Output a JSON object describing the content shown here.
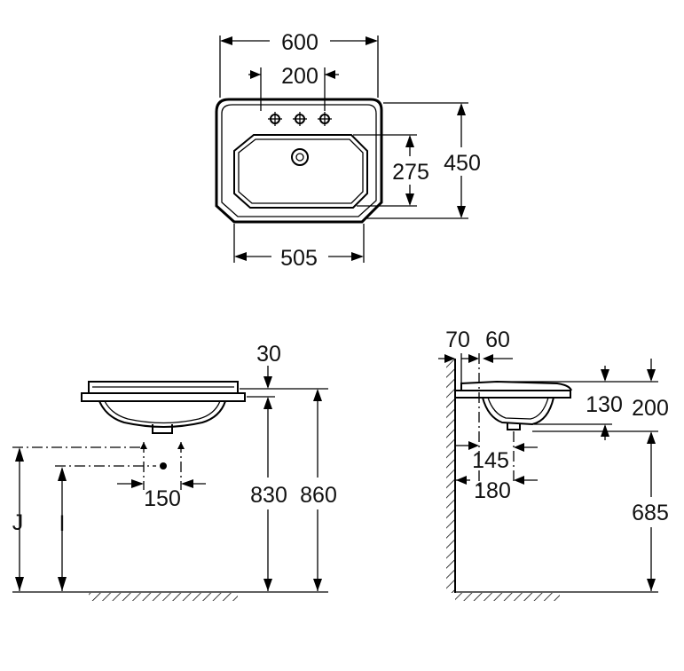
{
  "plan_view": {
    "overall_width": "600",
    "tap_spacing": "200",
    "overall_depth": "450",
    "bowl_depth": "275",
    "bowl_width": "505"
  },
  "front_view": {
    "rim_thickness": "30",
    "drain_offset": "150",
    "height_to_bowl": "830",
    "height_to_rim": "860",
    "label_j": "J",
    "label_i": "I"
  },
  "side_view": {
    "wall_offset": "70",
    "rim_offset": "60",
    "basin_depth": "130",
    "overall_height": "200",
    "drain_from_wall_1": "145",
    "drain_from_wall_2": "180",
    "floor_to_base": "685"
  }
}
